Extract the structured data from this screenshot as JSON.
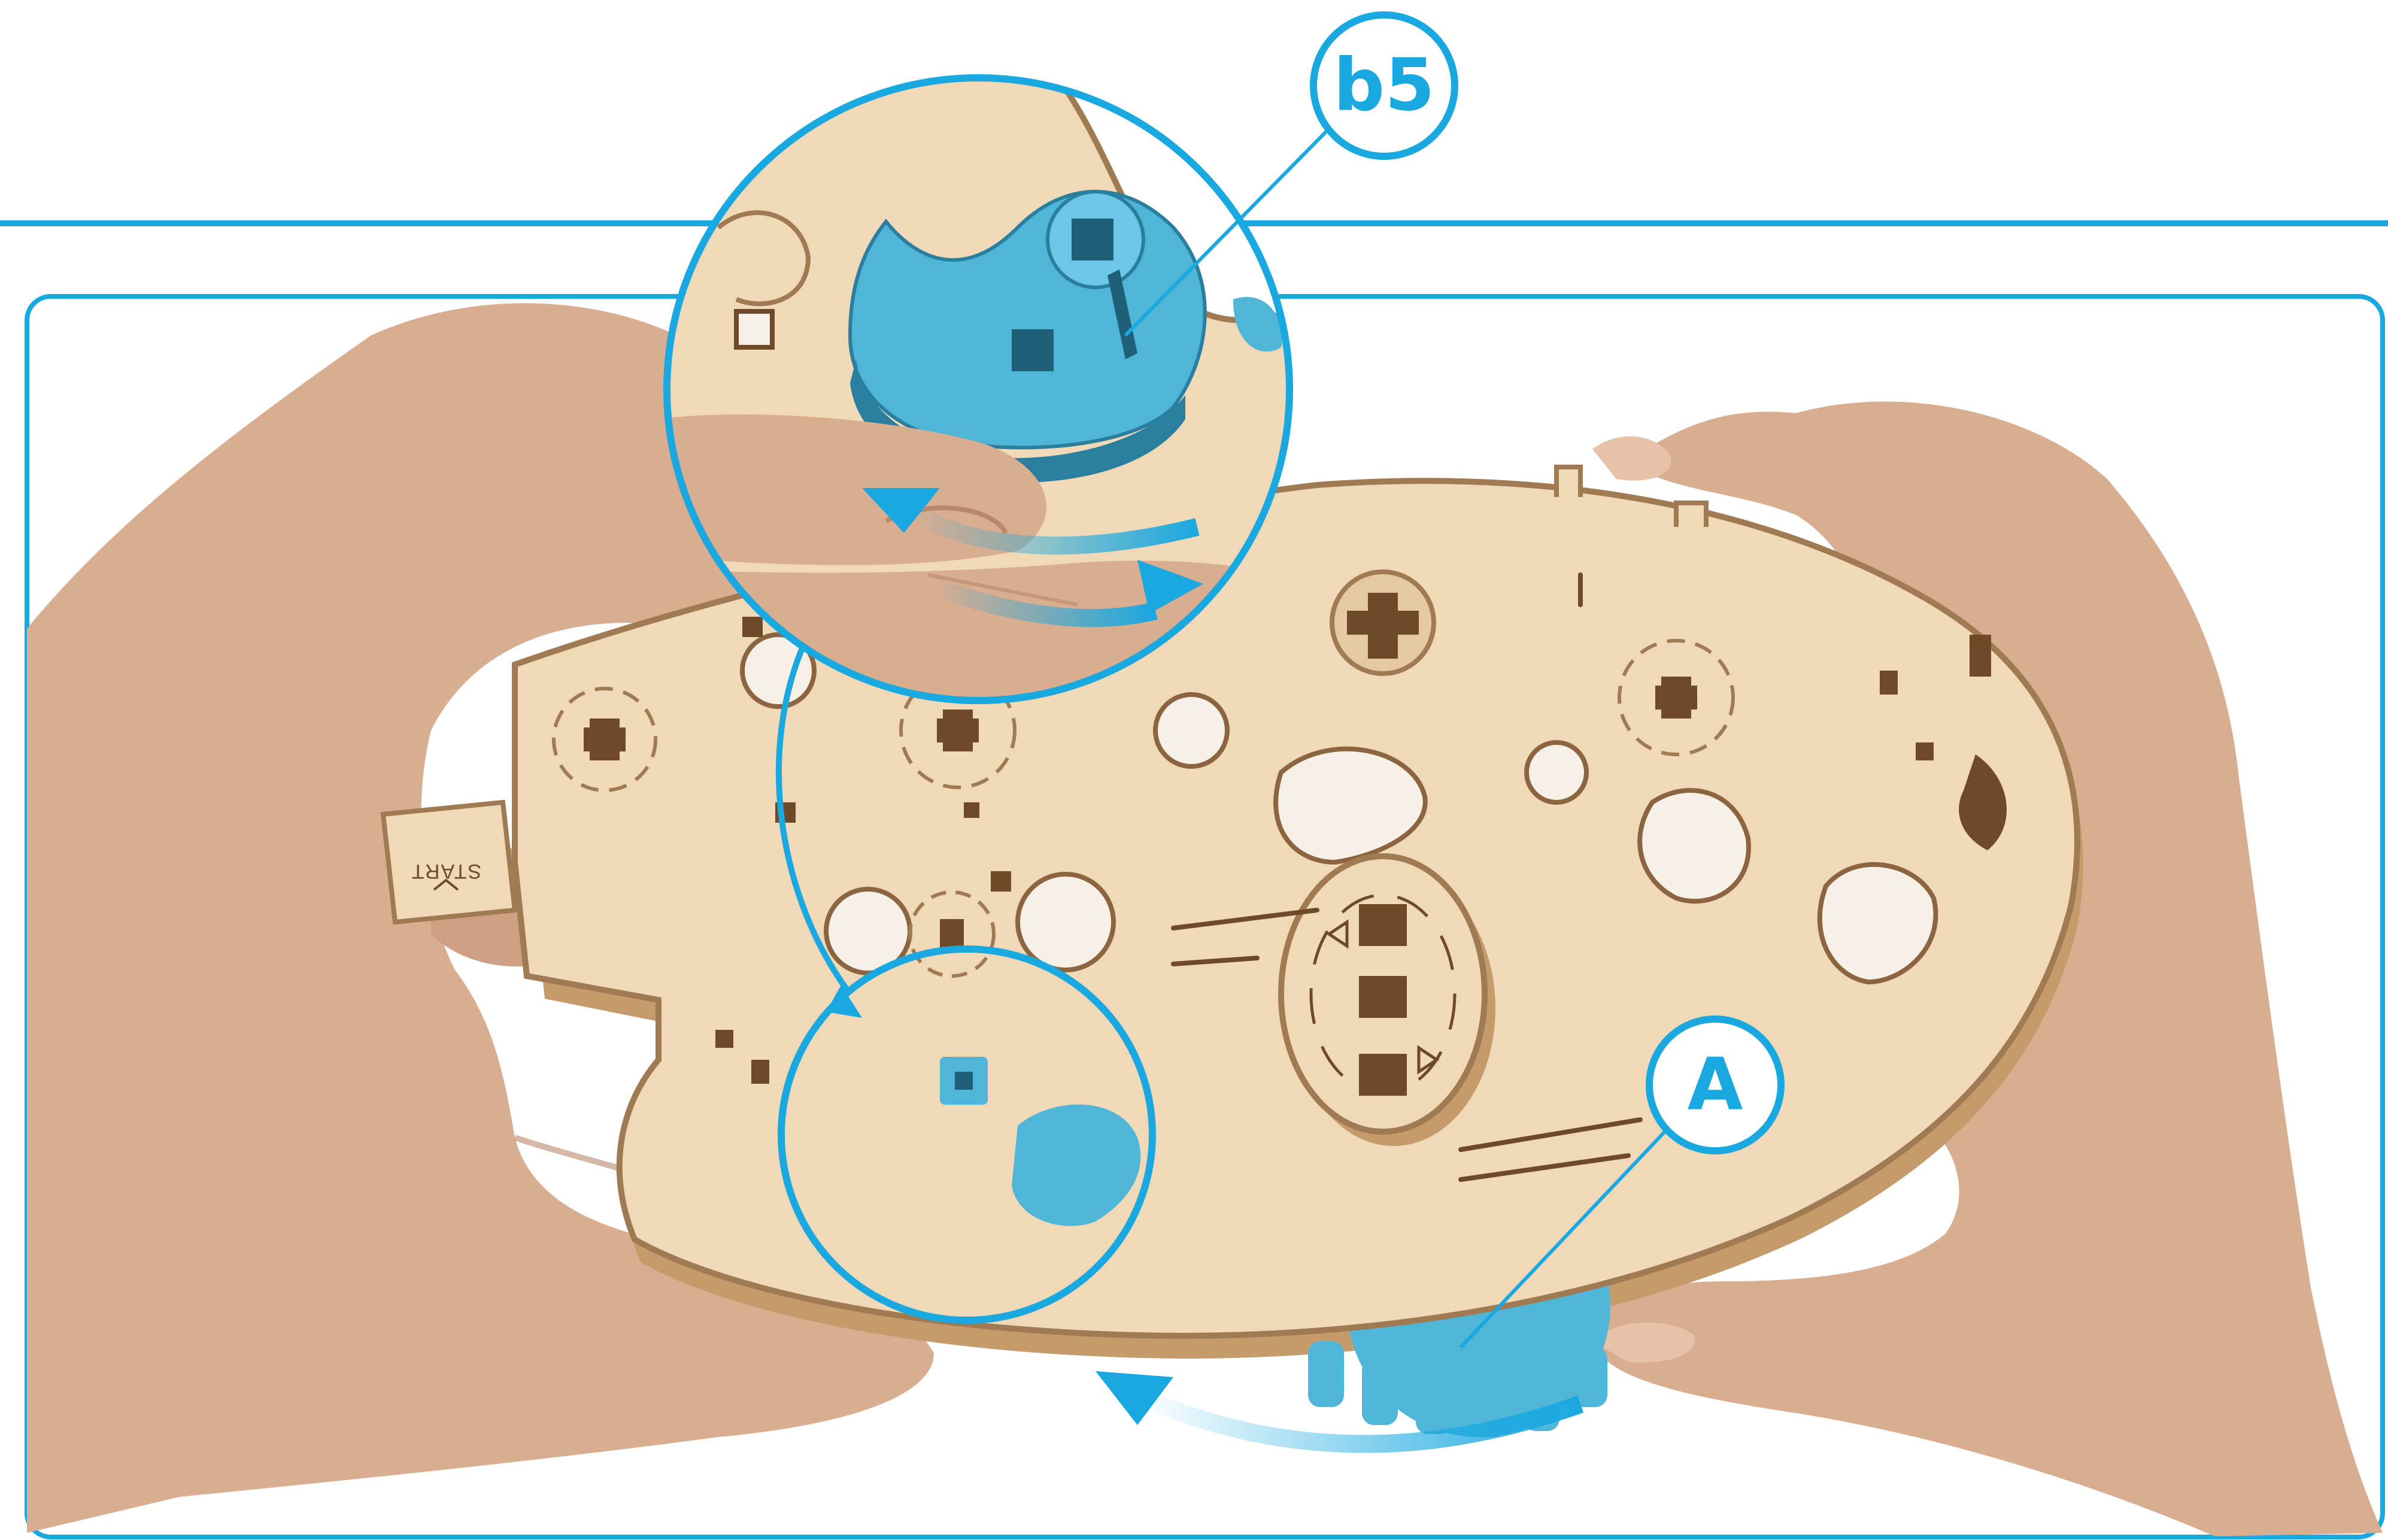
{
  "callouts": {
    "part_label": "b5",
    "assembly_label": "A"
  },
  "engraving": {
    "start_text": "START"
  },
  "colors": {
    "accent": "#19a8e0",
    "wood": "#efd9b8",
    "wood_edge": "#a07a52",
    "wood_dark": "#6e4a2a",
    "part_blue": "#4fb6d8",
    "skin": "#d9ad90",
    "skin_shadow": "#c08f73",
    "frame": "#1aa6de"
  },
  "icons": {
    "zoom_detail_top": "magnifier-circle-icon",
    "zoom_detail_bottom": "magnifier-circle-icon",
    "rotate_arrow_top": "curved-arrow-icon",
    "rotate_arrow_bottom": "curved-arrow-icon"
  }
}
